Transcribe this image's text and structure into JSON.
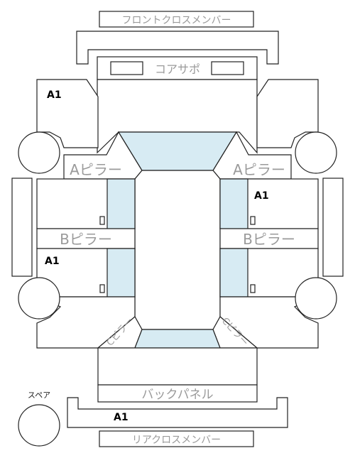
{
  "labels": {
    "front_cross_member": "フロントクロスメンバー",
    "core_support": "コアサポ",
    "a_pillar_left": "Aピラー",
    "a_pillar_right": "Aピラー",
    "b_pillar_left": "Bピラー",
    "b_pillar_right": "Bピラー",
    "c_pillar_left": "Cピラー",
    "c_pillar_right": "Cピラー",
    "back_panel": "バックパネル",
    "rear_cross_member": "リアクロスメンバー",
    "spare": "スペア"
  },
  "damage_marks": {
    "front_left_fender": "A1",
    "right_front_door": "A1",
    "left_rear_door": "A1",
    "rear_cross_member": "A1"
  },
  "colors": {
    "glass": "#d7ebf3",
    "outline": "#222222",
    "label_text": "#9a9a9a",
    "mark_text": "#000000"
  }
}
